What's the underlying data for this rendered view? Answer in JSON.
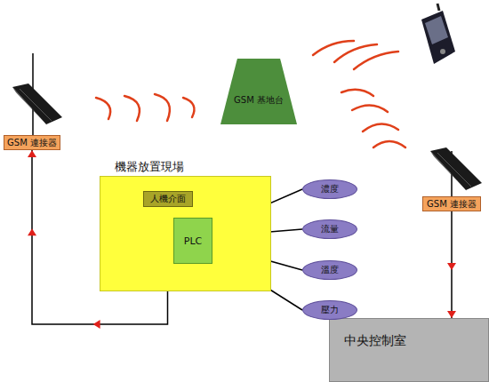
{
  "diagram": {
    "nodes": [
      {
        "text": [
          "GSM 連接器"
        ]
      },
      {
        "text": [
          "GSM 基地台"
        ]
      },
      {
        "text": [
          "GSM 連接器"
        ]
      },
      {
        "text": [
          "機器放置現場"
        ]
      },
      {
        "text": [
          "人機介面"
        ],
        "in": 3
      },
      {
        "text": [
          "PLC"
        ],
        "in": 3
      },
      {
        "text": [
          "濃度"
        ]
      },
      {
        "text": [
          "流量"
        ]
      },
      {
        "text": [
          "溫度"
        ]
      },
      {
        "text": [
          "壓力"
        ]
      },
      {
        "text": [
          "中央控制室"
        ]
      }
    ],
    "edges": [
      {
        "from": 5,
        "to": 6,
        "arrow": "none"
      },
      {
        "from": 5,
        "to": 7,
        "arrow": "none"
      },
      {
        "from": 5,
        "to": 8,
        "arrow": "none"
      },
      {
        "from": 5,
        "to": 9,
        "arrow": "none"
      },
      {
        "from": 3,
        "to": 0,
        "arrow": "to"
      },
      {
        "from": 2,
        "to": 10,
        "arrow": "to"
      }
    ]
  }
}
